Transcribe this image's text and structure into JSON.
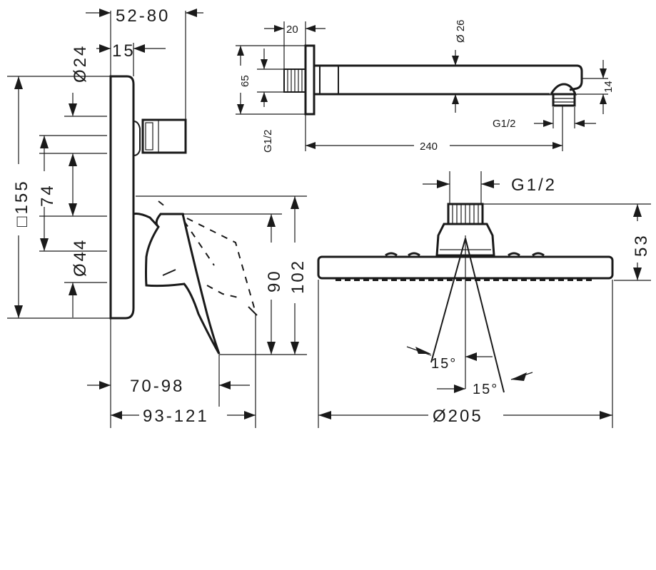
{
  "mixer_view": {
    "dim_52_80": "52-80",
    "dim_dia24": "Ø24",
    "dim_15": "15",
    "dim_155": "□155",
    "dim_74": "74",
    "dim_dia44": "Ø44",
    "dim_90": "90",
    "dim_102": "102",
    "dim_70_98": "70-98",
    "dim_93_121": "93-121"
  },
  "arm_view": {
    "dim_20": "20",
    "dim_dia26": "Ø 26",
    "dim_65": "65",
    "dim_g12_left": "G1/2",
    "dim_14": "14",
    "dim_g12_right": "G1/2",
    "dim_240": "240"
  },
  "head_view": {
    "dim_g12": "G1/2",
    "dim_53": "53",
    "dim_angle_left": "15°",
    "dim_angle_right": "15°",
    "dim_dia205": "Ø205"
  }
}
